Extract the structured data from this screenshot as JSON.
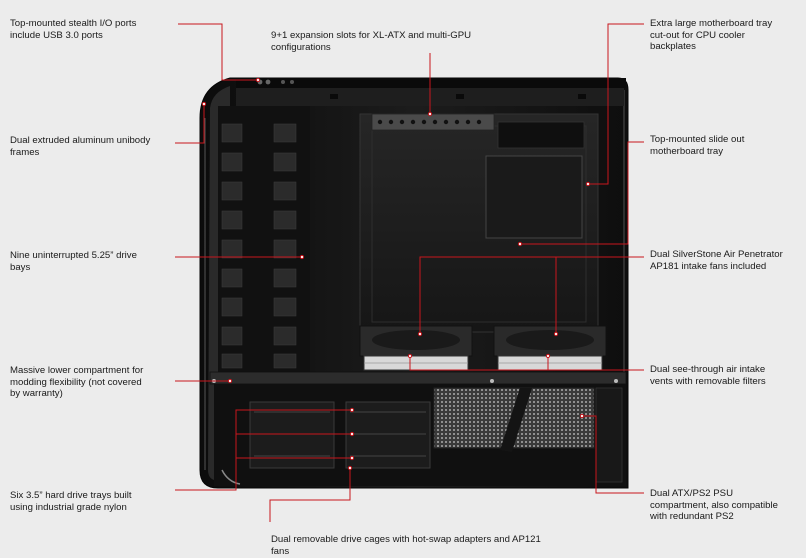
{
  "callouts": {
    "top_io": {
      "lines": [
        "Top-mounted stealth I/O ports",
        "include USB 3.0 ports"
      ]
    },
    "frames": {
      "lines": [
        "Dual extruded aluminum unibody",
        "frames"
      ]
    },
    "drive_bays": {
      "lines": [
        "Nine uninterrupted 5.25” drive",
        "bays"
      ]
    },
    "lower_compartment": {
      "lines": [
        "Massive lower compartment for",
        "modding flexibility (not covered",
        "by warranty)"
      ]
    },
    "hdd_trays": {
      "lines": [
        "Six 3.5” hard drive trays built",
        "using industrial grade nylon"
      ]
    },
    "expansion_slots": {
      "lines": [
        "9+1 expansion slots for XL-ATX and multi-GPU",
        "configurations"
      ]
    },
    "drive_cages": {
      "lines": [
        "Dual removable drive cages with hot-swap adapters and AP121",
        "fans"
      ]
    },
    "tray_cutout": {
      "lines": [
        "Extra large motherboard tray",
        "cut-out for CPU cooler",
        "backplates"
      ]
    },
    "slide_tray": {
      "lines": [
        "Top-mounted slide out",
        "motherboard tray"
      ]
    },
    "intake_fans": {
      "lines": [
        "Dual SilverStone Air Penetrator",
        "AP181 intake fans included"
      ]
    },
    "intake_vents": {
      "lines": [
        "Dual see-through air intake",
        "vents with removable filters"
      ]
    },
    "psu": {
      "lines": [
        "Dual ATX/PS2 PSU",
        "compartment, also compatible",
        "with redundant PS2"
      ]
    }
  },
  "colors": {
    "leader": "#c8161d",
    "case_body": "#141414",
    "background": "#ececec",
    "text": "#1a1a1a"
  }
}
